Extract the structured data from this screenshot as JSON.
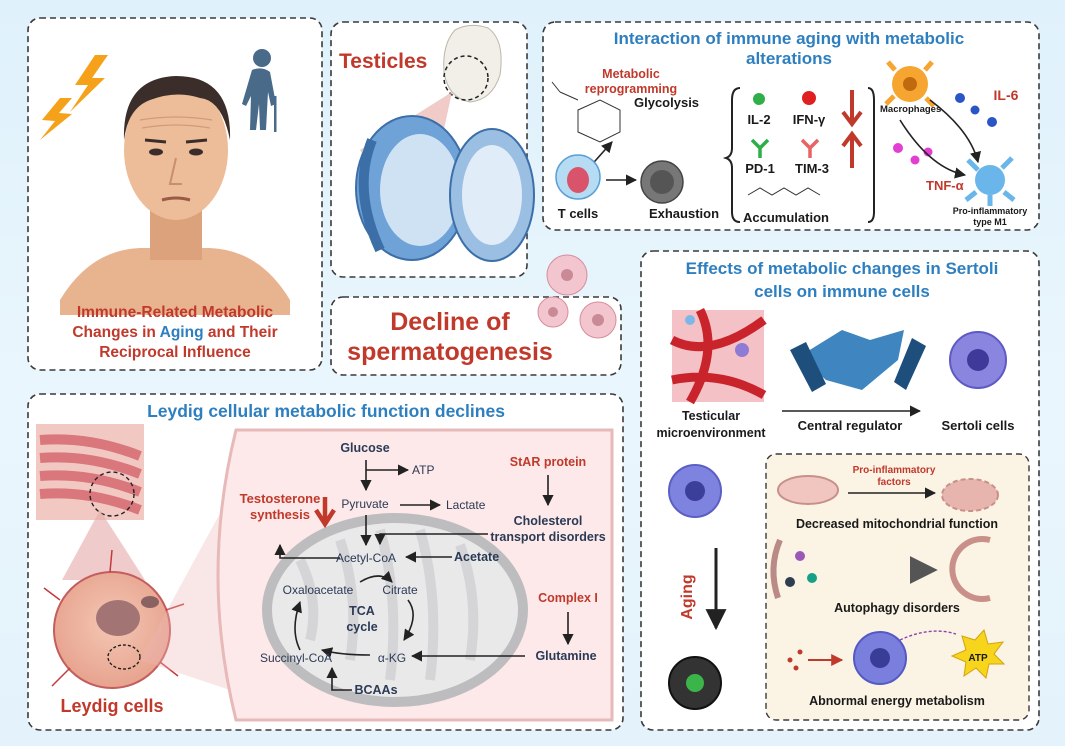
{
  "panel_aging": {
    "line1": "Immune-Related Metabolic",
    "line2_before": "Changes in ",
    "line2_highlight": "Aging",
    "line2_after": " and Their",
    "line3": "Reciprocal Influence"
  },
  "panel_testicles": {
    "title": "Testicles"
  },
  "panel_decline": {
    "line1": "Decline of",
    "line2": "spermatogenesis"
  },
  "panel_immune": {
    "title_line1": "Interaction of immune aging with metabolic",
    "title_line2": "alterations",
    "metabolic_line1": "Metabolic",
    "metabolic_line2": "reprogramming",
    "glycolysis": "Glycolysis",
    "t_cells": "T cells",
    "exhaustion": "Exhaustion",
    "il2": "IL-2",
    "ifng": "IFN-γ",
    "pd1": "PD-1",
    "tim3": "TIM-3",
    "accumulation": "Accumulation",
    "macrophages": "Macrophages",
    "il6": "IL-6",
    "tnfa": "TNF-α",
    "m1_line1": "Pro-inflammatory",
    "m1_line2": "type M1"
  },
  "panel_leydig": {
    "title": "Leydig cellular metabolic function declines",
    "leydig_cells": "Leydig cells",
    "glucose": "Glucose",
    "atp": "ATP",
    "pyruvate": "Pyruvate",
    "lactate": "Lactate",
    "star": "StAR protein",
    "chol_line1": "Cholesterol",
    "chol_line2": "transport disorders",
    "testo_line1": "Testosterone",
    "testo_line2": "synthesis",
    "acetylcoa": "Acetyl-CoA",
    "acetate": "Acetate",
    "oxaloacetate": "Oxaloacetate",
    "citrate": "Citrate",
    "tca_line1": "TCA",
    "tca_line2": "cycle",
    "complex1": "Complex I",
    "succinyl": "Succinyl-CoA",
    "akg": "α-KG",
    "glutamine": "Glutamine",
    "bcaas": "BCAAs"
  },
  "panel_sertoli": {
    "title_line1": "Effects of metabolic changes in Sertoli",
    "title_line2": "cells on immune cells",
    "micro_line1": "Testicular",
    "micro_line2": "microenvironment",
    "central": "Central regulator",
    "sertoli": "Sertoli cells",
    "aging": "Aging",
    "proinf_line1": "Pro-inflammatory",
    "proinf_line2": "factors",
    "mito": "Decreased mitochondrial function",
    "autophagy": "Autophagy disorders",
    "atp": "ATP",
    "energy": "Abnormal energy metabolism"
  },
  "colors": {
    "blue_title": "#2e7fc0",
    "red_accent": "#c0392b",
    "background": "#e3f2fb"
  }
}
